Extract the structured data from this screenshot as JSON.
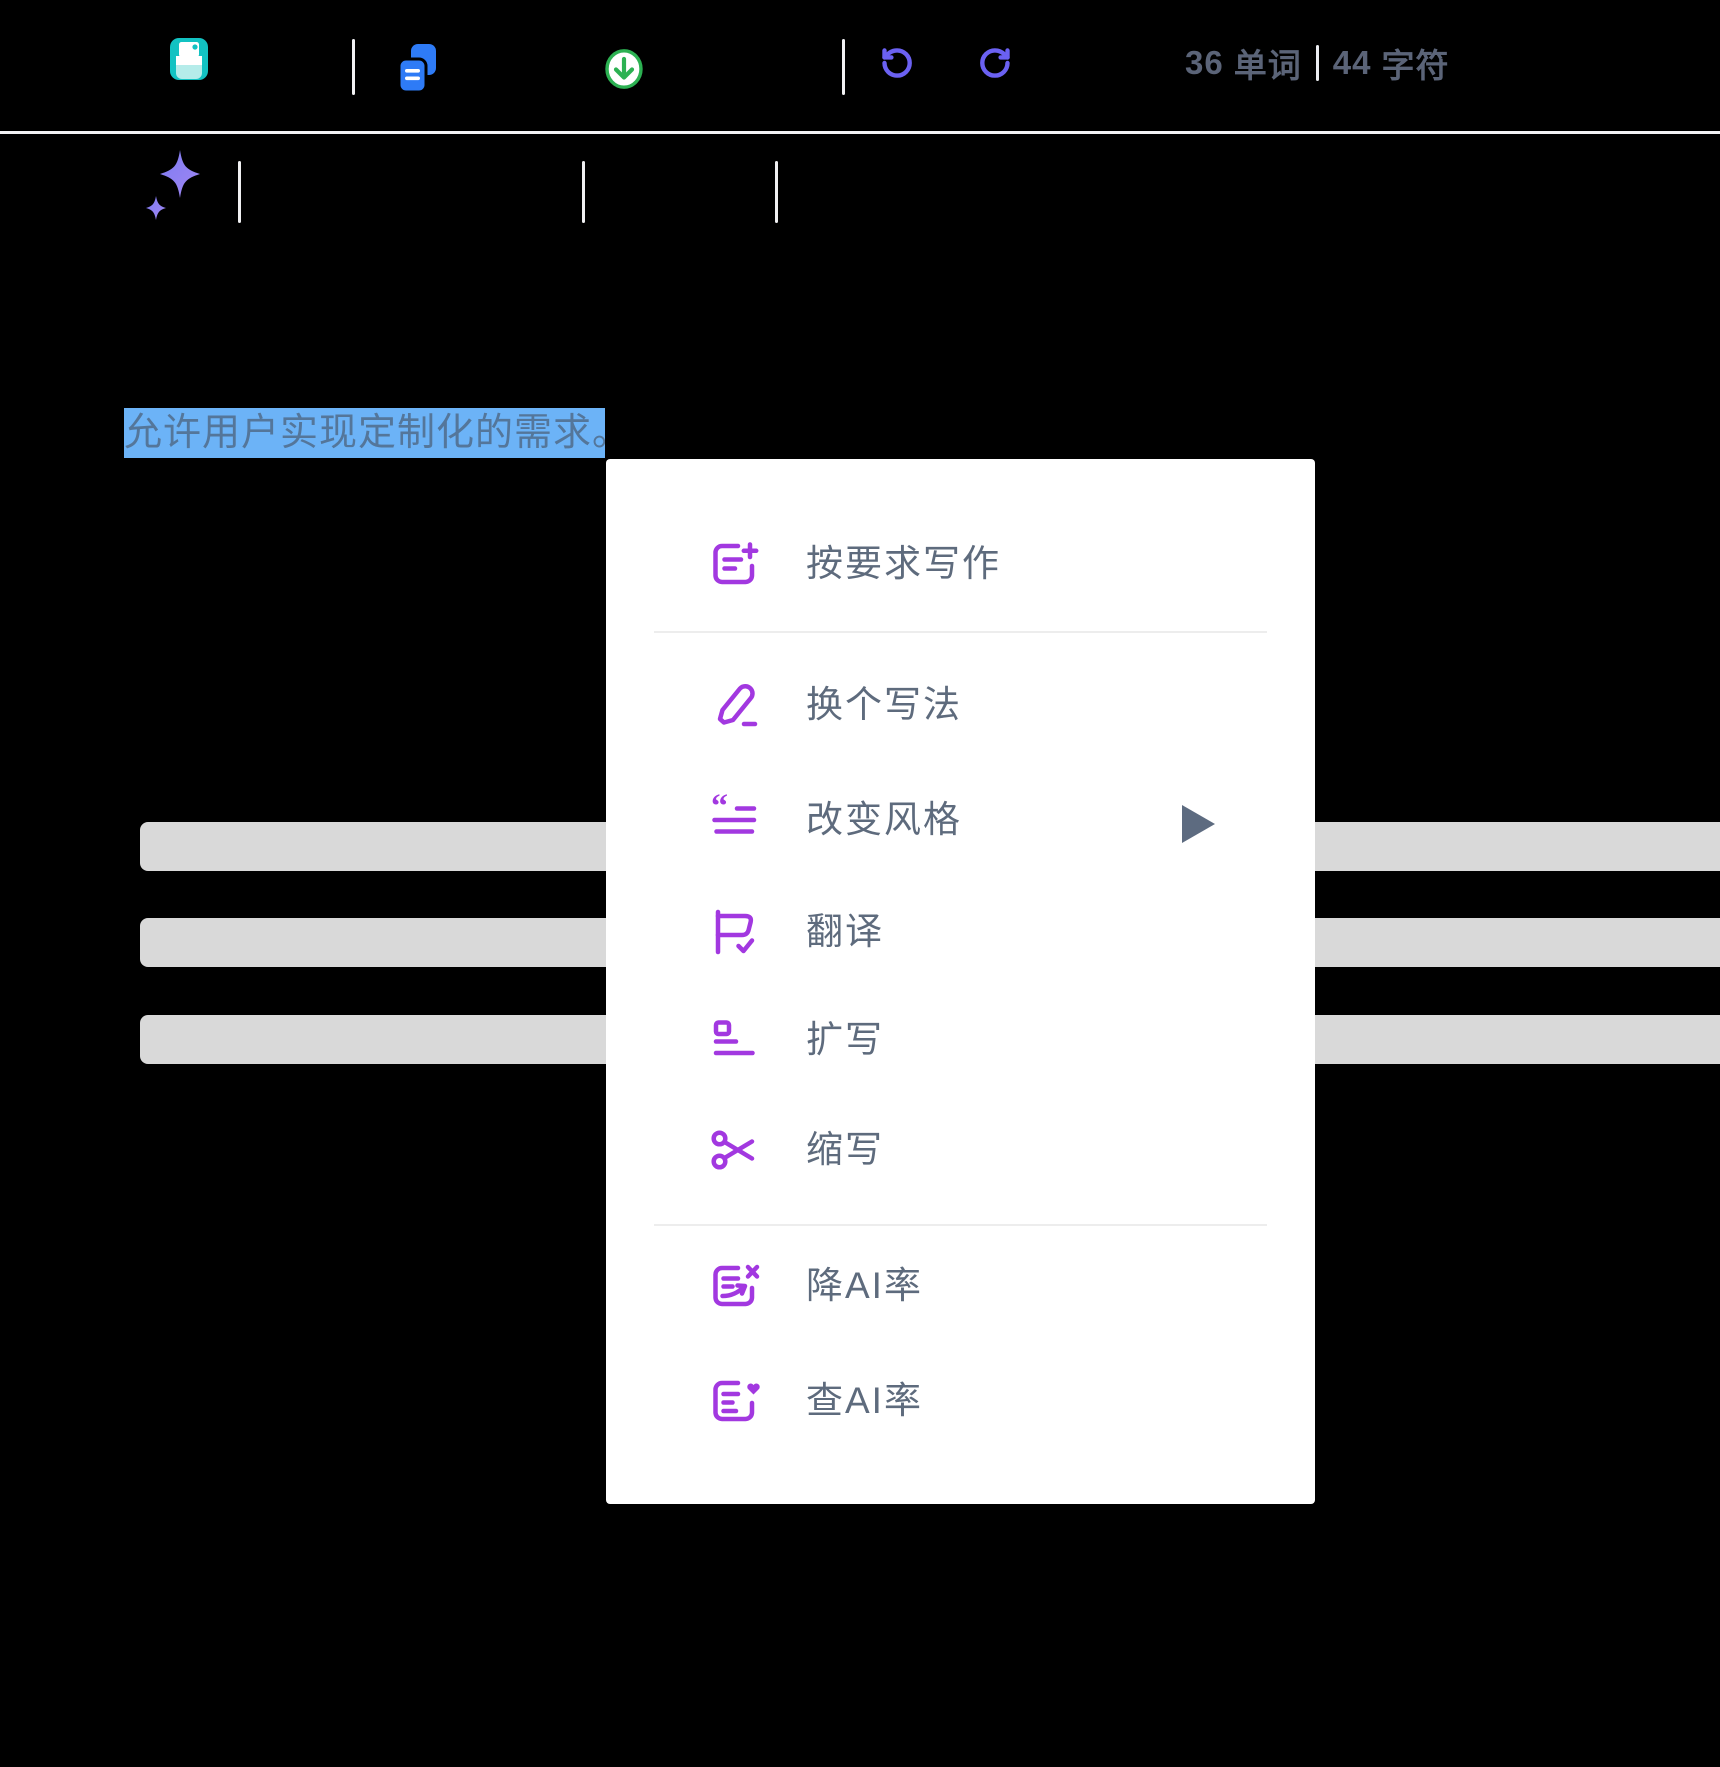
{
  "toolbar": {
    "stats": {
      "word_count": "36",
      "word_unit": "单词",
      "char_count": "44",
      "char_unit": "字符"
    },
    "icons": [
      "save-icon",
      "copy-icon",
      "download-icon",
      "undo-icon",
      "redo-icon",
      "sparkles-icon"
    ]
  },
  "document": {
    "selected_text": "允许用户实现定制化的需求。",
    "placeholder_bars": 3
  },
  "context_menu": {
    "items": [
      {
        "label": "按要求写作",
        "icon": "write-by-request-icon",
        "has_submenu": false
      },
      {
        "label": "换个写法",
        "icon": "rewrite-pencil-icon",
        "has_submenu": false
      },
      {
        "label": "改变风格",
        "icon": "change-style-icon",
        "has_submenu": true
      },
      {
        "label": "翻译",
        "icon": "translate-flag-icon",
        "has_submenu": false
      },
      {
        "label": "扩写",
        "icon": "expand-text-icon",
        "has_submenu": false
      },
      {
        "label": "缩写",
        "icon": "shorten-scissors-icon",
        "has_submenu": false
      },
      {
        "label": "降AI率",
        "icon": "reduce-ai-icon",
        "has_submenu": false
      },
      {
        "label": "查AI率",
        "icon": "check-ai-icon",
        "has_submenu": false
      }
    ]
  },
  "colors": {
    "background": "#000000",
    "menu_accent_purple": "#a238e0",
    "menu_text": "#5e6b7d",
    "submenu_arrow": "#5d6b80",
    "selection_blue": "#6cb3f7",
    "selection_text": "#54769a",
    "skeleton_gray": "#d9d9d9",
    "save_teal": "#12c2c2",
    "copy_blue": "#2e7bf6",
    "download_green": "#2cb152",
    "undo_redo_purple": "#6b61f2",
    "stats_text": "#5b6478",
    "divider_light": "#f2f2f4"
  }
}
